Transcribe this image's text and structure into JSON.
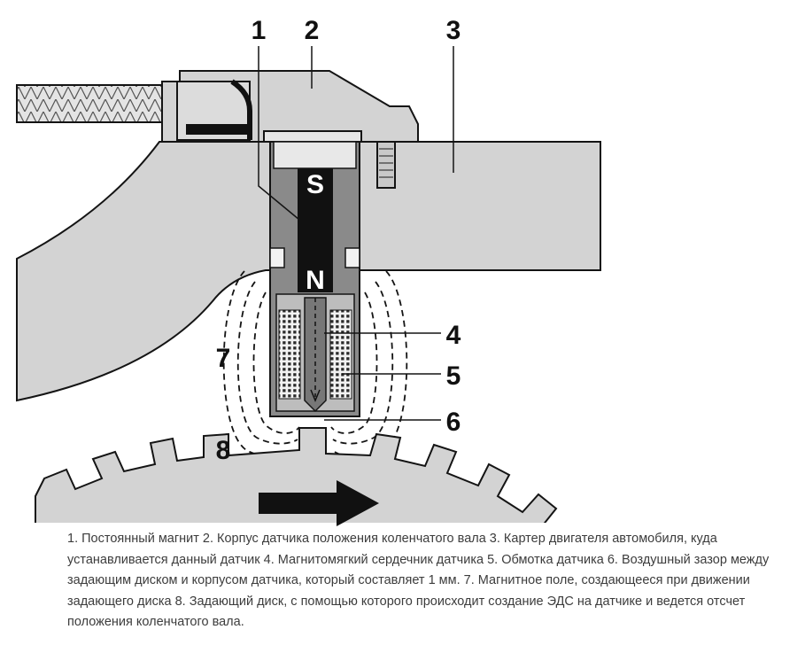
{
  "diagram": {
    "callouts": [
      "1",
      "2",
      "3",
      "4",
      "5",
      "6",
      "7",
      "8"
    ],
    "poles": {
      "south": "S",
      "north": "N"
    }
  },
  "caption": "1. Постоянный магнит 2. Корпус датчика положения коленчатого вала 3. Картер двигателя автомобиля, куда устанавливается данный датчик 4. Магнитомягкий сердечник датчика 5. Обмотка датчика 6. Воздушный зазор между задающим диском и корпусом датчика, который составляет 1 мм. 7. Магнитное поле, создающееся при движении задающего диска 8. Задающий диск, с помощью которого происходит создание ЭДС на датчике и ведется отсчет положения коленчатого вала.",
  "colors": {
    "housing_fill": "#d3d3d3",
    "sensor_body": "#8a8a8a",
    "magnet": "#111111",
    "outline": "#141414",
    "caption_text": "#3c3c3c"
  }
}
